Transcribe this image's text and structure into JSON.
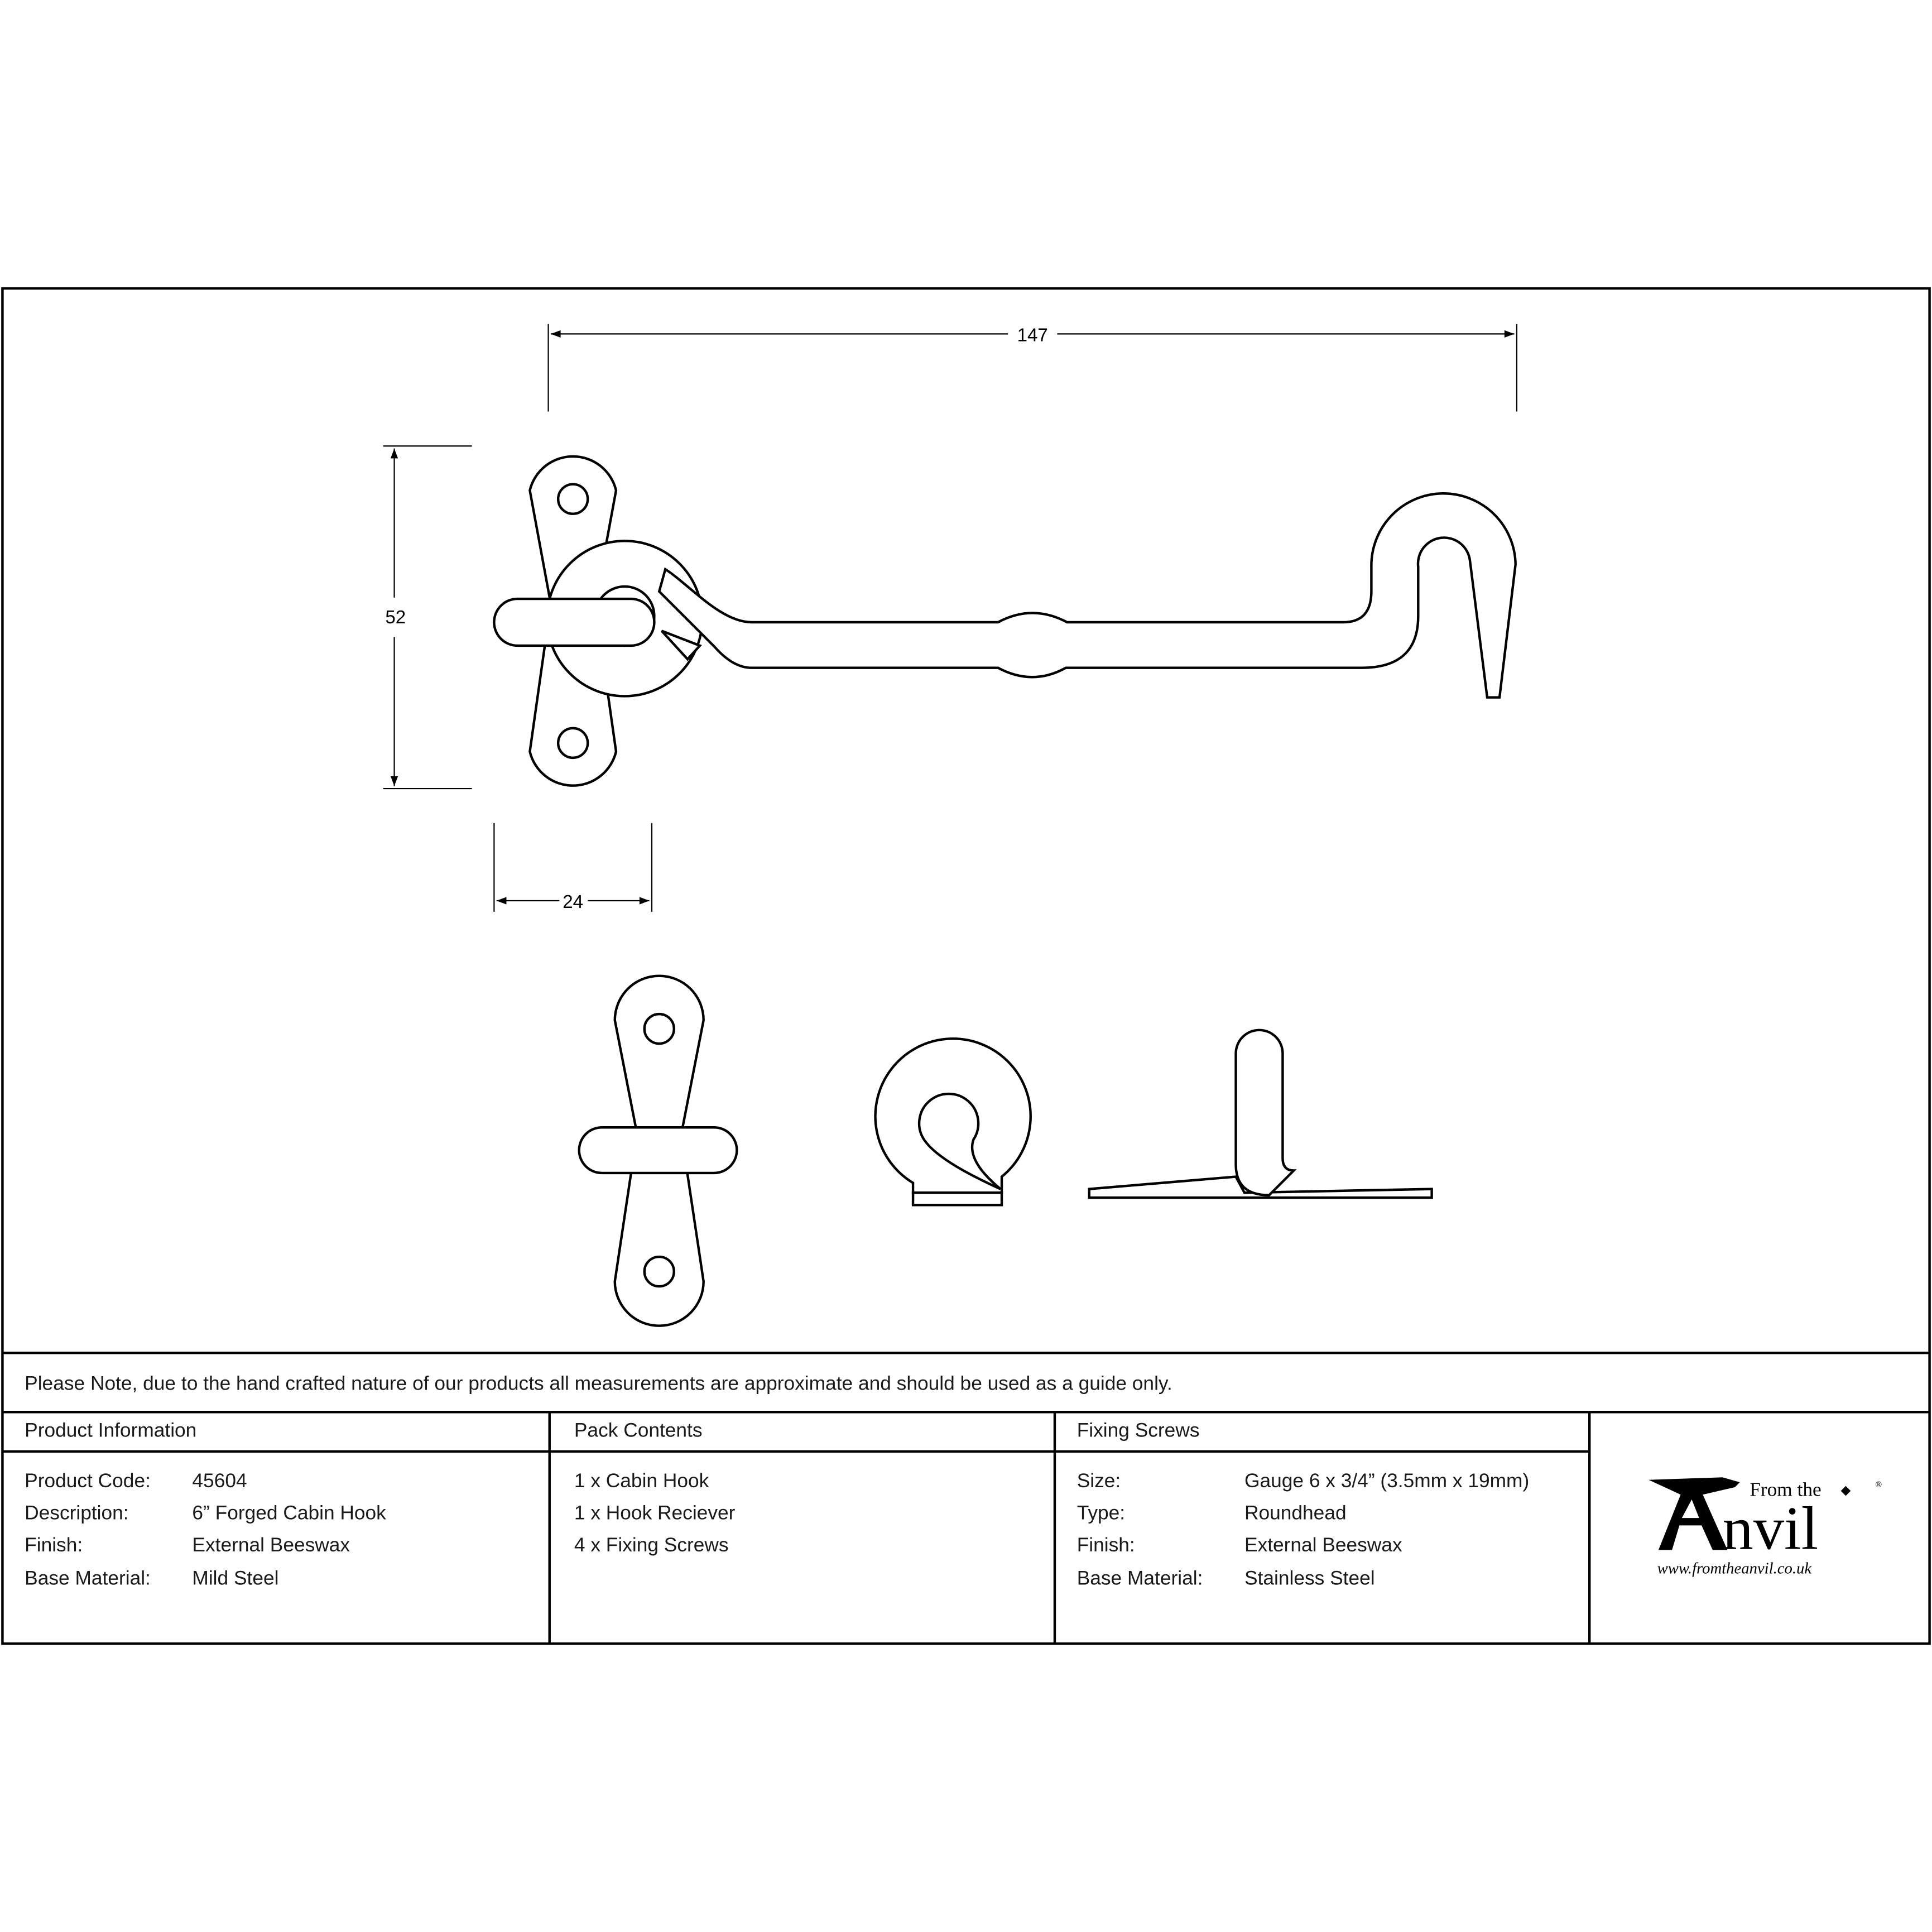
{
  "dimensions": {
    "length": "147",
    "height": "52",
    "depth": "24"
  },
  "note": "Please Note, due to the hand crafted nature of our products all measurements are approximate and should be used as a guide only.",
  "product_info": {
    "header": "Product Information",
    "rows": [
      {
        "label": "Product Code:",
        "value": "45604"
      },
      {
        "label": "Description:",
        "value": "6” Forged Cabin Hook"
      },
      {
        "label": "Finish:",
        "value": "External Beeswax"
      },
      {
        "label": "Base Material:",
        "value": "Mild Steel"
      }
    ]
  },
  "pack_contents": {
    "header": "Pack Contents",
    "items": [
      "1 x Cabin Hook",
      "1 x Hook Reciever",
      "4 x Fixing Screws"
    ]
  },
  "fixing_screws": {
    "header": "Fixing Screws",
    "rows": [
      {
        "label": "Size:",
        "value": "Gauge 6 x 3/4” (3.5mm x 19mm)"
      },
      {
        "label": "Type:",
        "value": "Roundhead"
      },
      {
        "label": "Finish:",
        "value": "External Beeswax"
      },
      {
        "label": "Base Material:",
        "value": "Stainless Steel"
      }
    ]
  },
  "logo": {
    "top": "From the",
    "main": "nvil",
    "url": "www.fromtheanvil.co.uk"
  }
}
